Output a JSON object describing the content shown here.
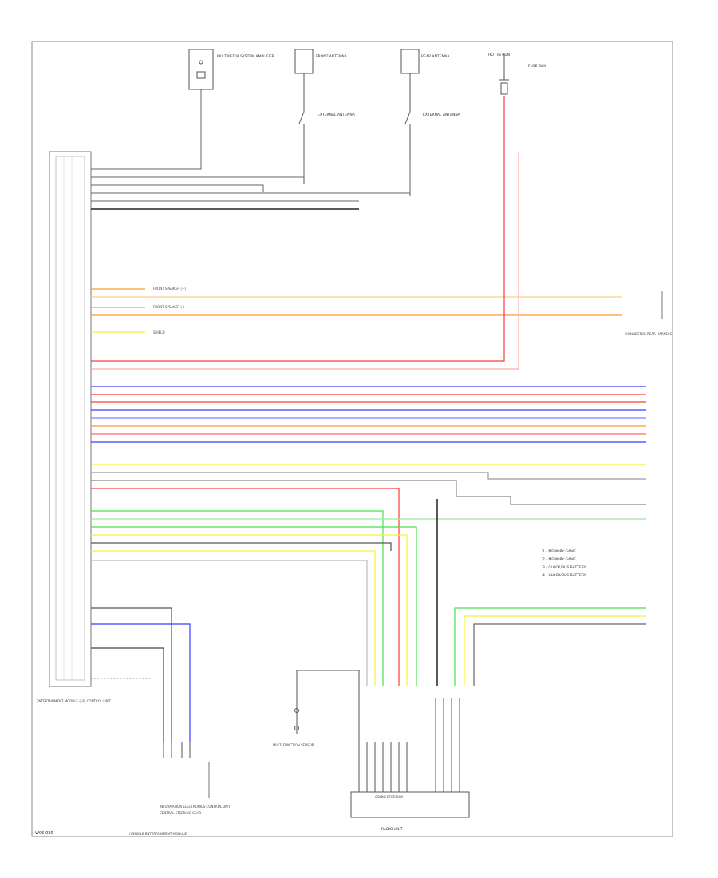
{
  "diagram": {
    "footer_code": "W06-020",
    "legend": [
      "1 - MEMORY GAME",
      "2 - MEMORY GAME",
      "3 - CLOCK/BUS BATTERY",
      "4 - CLOCK/BUS BATTERY"
    ],
    "components": {
      "left_module": "ENTERTAINMENT MODULE (J-P) CONTROL UNIT",
      "antenna_amp": "MULTIMEDIA SYSTEM AMPLIFIER",
      "front_sensor": "FRONT ANTENNA",
      "rear_sensor": "REAR ANTENNA",
      "hot_fuse": "HOT IN RUN",
      "fuse_box": "FUSE BOX",
      "left_ext": "EXTERNAL ANTENNA",
      "right_ext": "EXTERNAL ANTENNA",
      "right_connector": "CONNECTOR REAR HARNESS",
      "sensor_bottom": "MULTI FUNCTION SENSOR",
      "connector_bottom": "CONNECTOR BOX",
      "radio_unit": "RADIO UNIT",
      "bottom_module": "INFORMATION ELECTRONICS CONTROL UNIT",
      "bottom_module_2": "CENTRAL STEERING GEAR",
      "bottom_module_3": "(VEHICLE ENTERTAINMENT MODULE)"
    }
  },
  "colors": {
    "blue": "#3b3bff",
    "red": "#ff3a3a",
    "orange": "#ff9a2e",
    "yellow": "#f4f23a",
    "green": "#46e24a",
    "pink": "#ff5ad8",
    "gray": "#6e6e6e",
    "light": "#bdbdbd",
    "dark": "#202020"
  }
}
